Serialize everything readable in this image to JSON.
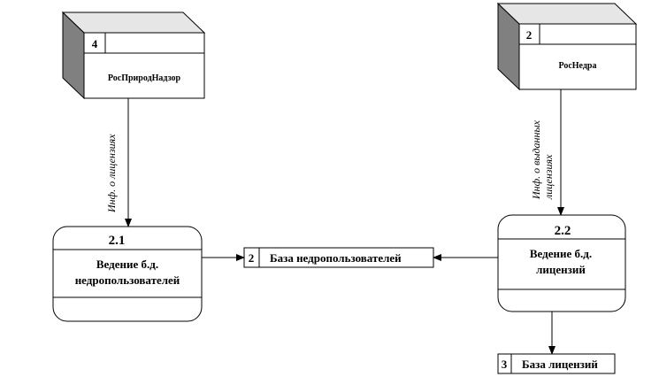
{
  "entities": [
    {
      "id": "4",
      "label": "РосПриродНадзор"
    },
    {
      "id": "2",
      "label": "РосНедра"
    }
  ],
  "processes": [
    {
      "id": "2.1",
      "label_lines": [
        "Ведение б.д.",
        "недропользователей"
      ]
    },
    {
      "id": "2.2",
      "label_lines": [
        "Ведение б.д.",
        "лицензий"
      ]
    }
  ],
  "stores": [
    {
      "id": "2",
      "label": "База недропользователей"
    },
    {
      "id": "3",
      "label": "База лицензий"
    }
  ],
  "flows": [
    {
      "label_lines": [
        "Инф. о лицензиях"
      ]
    },
    {
      "label_lines": [
        "Инф. о выданных",
        "лицензиях"
      ]
    }
  ]
}
